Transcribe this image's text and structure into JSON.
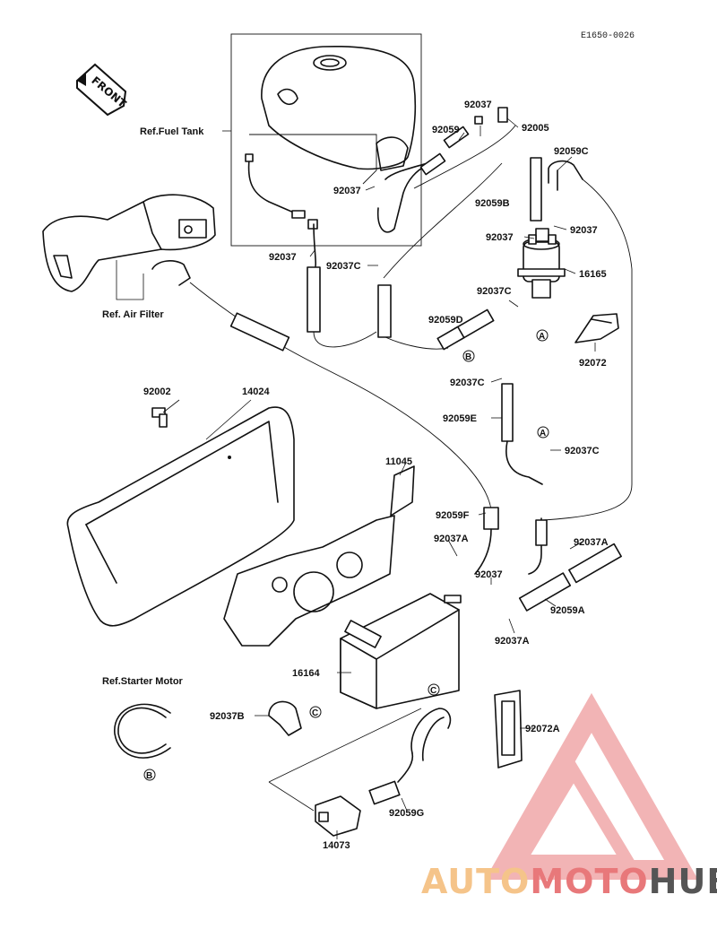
{
  "diagram_code": "E1650-0026",
  "front_label": "FRONT",
  "ref_labels": {
    "fuel_tank": "Ref.Fuel Tank",
    "air_filter": "Ref. Air Filter",
    "starter_motor": "Ref.Starter Motor"
  },
  "parts": {
    "p92037_top": "92037",
    "p92005": "92005",
    "p92059_top": "92059",
    "p92059C": "92059C",
    "p92037_tank": "92037",
    "p92059B": "92059B",
    "p92037_right": "92037",
    "p92037_mid": "92037",
    "p92037_left": "92037",
    "p92037C_a": "92037C",
    "p16165": "16165",
    "p92037C_b": "92037C",
    "p92059D": "92059D",
    "p92072": "92072",
    "p92037C_c": "92037C",
    "p92059E": "92059E",
    "p92037C_d": "92037C",
    "p92002": "92002",
    "p14024": "14024",
    "p11045": "11045",
    "p92059F": "92059F",
    "p92037A_a": "92037A",
    "p92037A_b": "92037A",
    "p92037_lower": "92037",
    "p92059A": "92059A",
    "p92037A_c": "92037A",
    "p16164": "16164",
    "p92037B": "92037B",
    "p92072A": "92072A",
    "p92059G": "92059G",
    "p14073": "14073"
  },
  "callouts": {
    "a": "A",
    "b": "B",
    "c": "C"
  },
  "watermark": {
    "part1": "AUTO",
    "part2": "MOTO",
    "part3": "HUB",
    "color_auto": "#f5c48a",
    "color_moto": "#e8787a",
    "color_hub": "#555555"
  }
}
